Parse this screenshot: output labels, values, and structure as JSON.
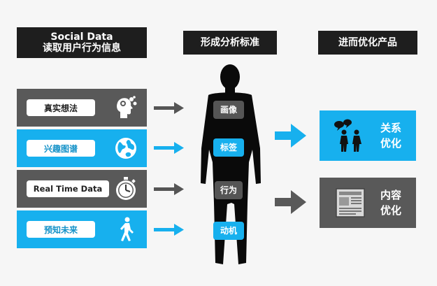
{
  "headers": {
    "left_line1": "Social Data",
    "left_line2": "读取用户行为信息",
    "middle": "形成分析标准",
    "right": "进而优化产品"
  },
  "inputs": [
    {
      "label": "真实想法",
      "icon": "brain-head-icon"
    },
    {
      "label": "兴趣图谱",
      "icon": "globe-icon"
    },
    {
      "label": "Real Time Data",
      "icon": "stopwatch-icon"
    },
    {
      "label": "预知未来",
      "icon": "walking-person-icon"
    }
  ],
  "figure_tags": [
    "画像",
    "标签",
    "行为",
    "动机"
  ],
  "outputs": [
    {
      "line1": "关系",
      "line2": "优化",
      "icon": "people-chat-icon"
    },
    {
      "line1": "内容",
      "line2": "优化",
      "icon": "newspaper-icon"
    }
  ],
  "colors": {
    "blue": "#17b0ee",
    "dark": "#595959",
    "header": "#1e1e1e"
  }
}
